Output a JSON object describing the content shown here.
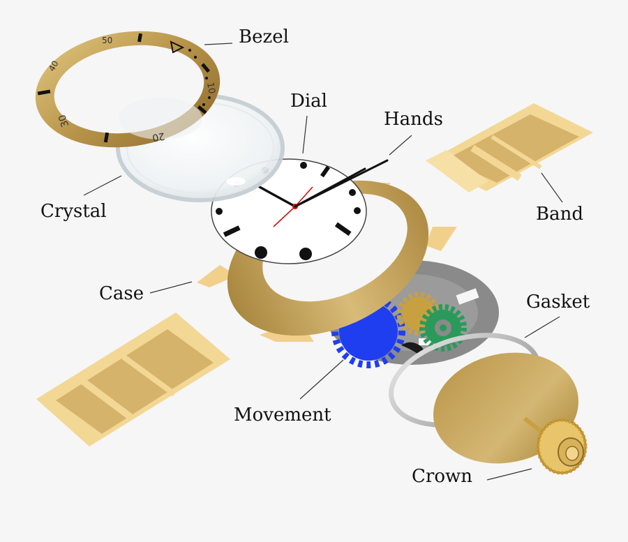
{
  "labels": {
    "bezel": "Bezel",
    "dial": "Dial",
    "hands": "Hands",
    "crystal": "Crystal",
    "band": "Band",
    "case": "Case",
    "gasket": "Gasket",
    "movement": "Movement",
    "crown": "Crown"
  },
  "bezel_numbers": [
    "50",
    "40",
    "30",
    "20",
    "10"
  ],
  "colors": {
    "gold": "#c7a55a",
    "gold_dark": "#9c7a34",
    "band_gold": "#f0d08a",
    "band_inner": "#d9b870",
    "movement_gray": "#8a8a8a",
    "gear_blue": "#1f3ef0",
    "gear_green": "#2a9a5a",
    "gear_gold": "#c9a040",
    "second_hand": "#cc1111"
  }
}
